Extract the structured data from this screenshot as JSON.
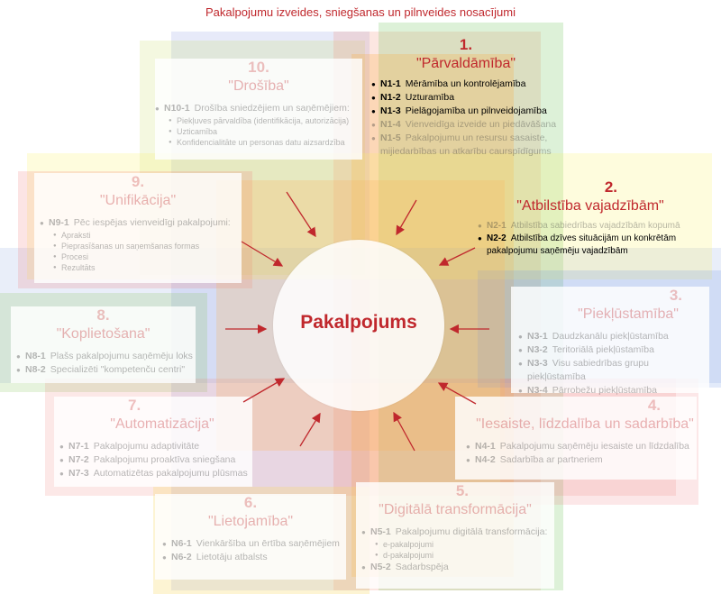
{
  "title": "Pakalpojumu izveides, sniegšanas un pilnveides nosacījumi",
  "center": "Pakalpojums",
  "colors": {
    "accent": "#c0282d",
    "arrow": "#c0282d",
    "dim_text": "#999999"
  },
  "panels": {
    "p1": {
      "num": "1.",
      "name": "\"Pārvaldāmība\"",
      "items": [
        {
          "code": "N1-1",
          "text": "Mērāmība un kontrolējamība",
          "on": true
        },
        {
          "code": "N1-2",
          "text": "Uzturamība",
          "on": true
        },
        {
          "code": "N1-3",
          "text": "Pielāgojamība un pilnveidojamība",
          "on": true
        },
        {
          "code": "N1-4",
          "text": "Vienveidīga izveide un piedāvāšana",
          "on": false
        },
        {
          "code": "N1-5",
          "text": "Pakalpojumu un resursu sasaiste, mijiedarbības un atkarību caurspīdīgums",
          "on": false
        }
      ]
    },
    "p2": {
      "num": "2.",
      "name": "\"Atbilstība vajadzībām\"",
      "items": [
        {
          "code": "N2-1",
          "text": "Atbilstība sabiedrības vajadzībām kopumā",
          "on": false
        },
        {
          "code": "N2-2",
          "text": "Atbilstība dzīves situācijām un konkrētām pakalpojumu saņēmēju vajadzībām",
          "on": true
        }
      ]
    },
    "p3": {
      "num": "3.",
      "name": "\"Piekļūstamība\"",
      "items": [
        {
          "code": "N3-1",
          "text": "Daudzkanālu piekļūstamība"
        },
        {
          "code": "N3-2",
          "text": "Teritoriālā piekļūstamība"
        },
        {
          "code": "N3-3",
          "text": "Visu sabiedrības grupu piekļūstamība"
        },
        {
          "code": "N3-4",
          "text": "Pārrobežu piekļūstamība"
        }
      ]
    },
    "p4": {
      "num": "4.",
      "name": "\"Iesaiste, līdzdalība un sadarbība\"",
      "items": [
        {
          "code": "N4-1",
          "text": "Pakalpojumu saņēmēju iesaiste un līdzdalība"
        },
        {
          "code": "N4-2",
          "text": "Sadarbība ar partneriem"
        }
      ]
    },
    "p5": {
      "num": "5.",
      "name": "\"Digitālā transformācija\"",
      "items": [
        {
          "code": "N5-1",
          "text": "Pakalpojumu digitālā transformācija:",
          "subs": [
            "e-pakalpojumi",
            "d-pakalpojumi"
          ]
        },
        {
          "code": "N5-2",
          "text": "Sadarbspēja"
        }
      ]
    },
    "p6": {
      "num": "6.",
      "name": "\"Lietojamība\"",
      "items": [
        {
          "code": "N6-1",
          "text": "Vienkāršība un ērtība saņēmējiem"
        },
        {
          "code": "N6-2",
          "text": "Lietotāju atbalsts"
        }
      ]
    },
    "p7": {
      "num": "7.",
      "name": "\"Automatizācija\"",
      "items": [
        {
          "code": "N7-1",
          "text": "Pakalpojumu adaptivitāte"
        },
        {
          "code": "N7-2",
          "text": "Pakalpojumu proaktīva sniegšana"
        },
        {
          "code": "N7-3",
          "text": "Automatizētas pakalpojumu plūsmas"
        }
      ]
    },
    "p8": {
      "num": "8.",
      "name": "\"Koplietošana\"",
      "items": [
        {
          "code": "N8-1",
          "text": "Plašs pakalpojumu saņēmēju loks"
        },
        {
          "code": "N8-2",
          "text": "Specializēti \"kompetenču centri\""
        }
      ]
    },
    "p9": {
      "num": "9.",
      "name": "\"Unifikācija\"",
      "items": [
        {
          "code": "N9-1",
          "text": "Pēc iespējas vienveidīgi pakalpojumi:",
          "subs": [
            "Apraksti",
            "Pieprasīšanas un saņemšanas formas",
            "Procesi",
            "Rezultāts"
          ]
        }
      ]
    },
    "p10": {
      "num": "10.",
      "name": "\"Drošība\"",
      "items": [
        {
          "code": "N10-1",
          "text": "Drošība sniedzējiem un saņēmējiem:",
          "subs": [
            "Piekļuves pārvaldība (identifikācija, autorizācija)",
            "Uzticamība",
            "Konfidencialitāte un personas datu aizsardzība"
          ]
        }
      ]
    }
  }
}
